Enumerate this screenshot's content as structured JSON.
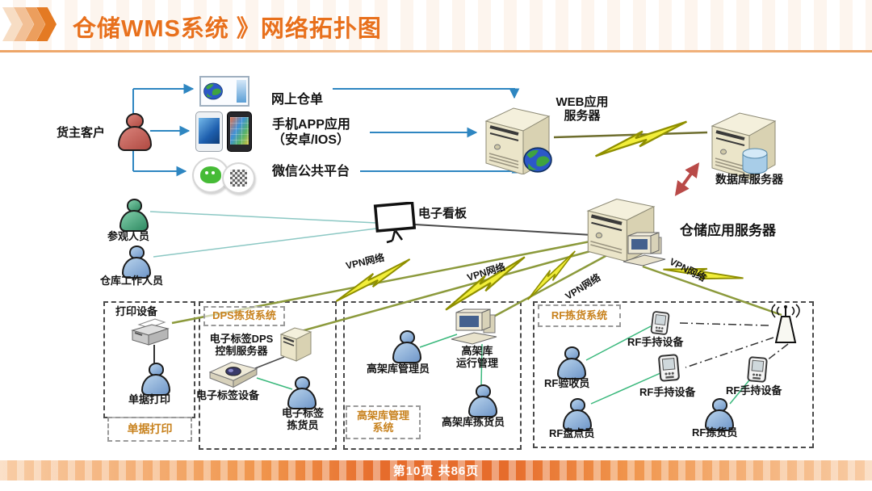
{
  "header": {
    "title": "仓储WMS系统 》网络拓扑图"
  },
  "footer": {
    "page_info": "第10页 共86页"
  },
  "colors": {
    "accent_orange": "#E8701C",
    "link_blue": "#2E86C1",
    "vpn_line_green": "#8C9A3C",
    "bolt_yellow": "#F2EE3A",
    "db_link_red": "#B94A48",
    "zone_label_orange": "#C8821E"
  },
  "topology": {
    "cargo_customer": "货主客户",
    "web_receipt": "网上仓单",
    "mobile_app_line1": "手机APP应用",
    "mobile_app_line2": "（安卓/IOS）",
    "wechat_platform": "微信公共平台",
    "web_server_line1": "WEB应用",
    "web_server_line2": "服务器",
    "db_server": "数据库服务器",
    "app_server": "仓储应用服务器",
    "kanban": "电子看板",
    "visitor": "参观人员",
    "warehouse_worker": "仓库工作人员",
    "vpn_label": "VPN网络",
    "print_zone": {
      "printer": "打印设备",
      "operator": "单据打印",
      "system": "单据打印"
    },
    "dps_zone": {
      "system": "DPS拣货系统",
      "server_line1": "电子标签DPS",
      "server_line2": "控制服务器",
      "device": "电子标签设备",
      "picker_line1": "电子标签",
      "picker_line2": "拣货员"
    },
    "rack_zone": {
      "manager": "高架库管理员",
      "terminal_line1": "高架库",
      "terminal_line2": "运行管理",
      "picker": "高架库拣货员",
      "system_line1": "高架库管理",
      "system_line2": "系统"
    },
    "rf_zone": {
      "system": "RF拣货系统",
      "handheld": "RF手持设备",
      "inspector": "RF验收员",
      "counter": "RF盘点员",
      "picker": "RF拣货员"
    }
  }
}
